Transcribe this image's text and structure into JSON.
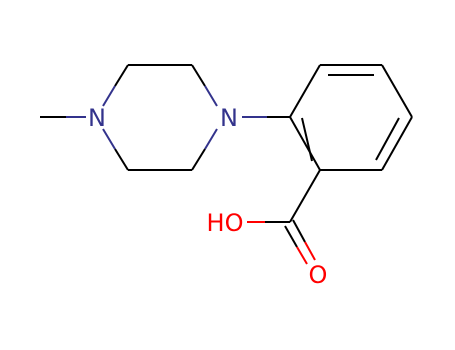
{
  "molecule": {
    "atoms": {
      "n_methyl": "N",
      "n_aryl": "N",
      "hydroxyl": "HO",
      "carbonyl_oxygen": "O"
    },
    "colors": {
      "carbon_bond": "#000000",
      "nitrogen": "#33338c",
      "oxygen": "#ff0000"
    }
  }
}
